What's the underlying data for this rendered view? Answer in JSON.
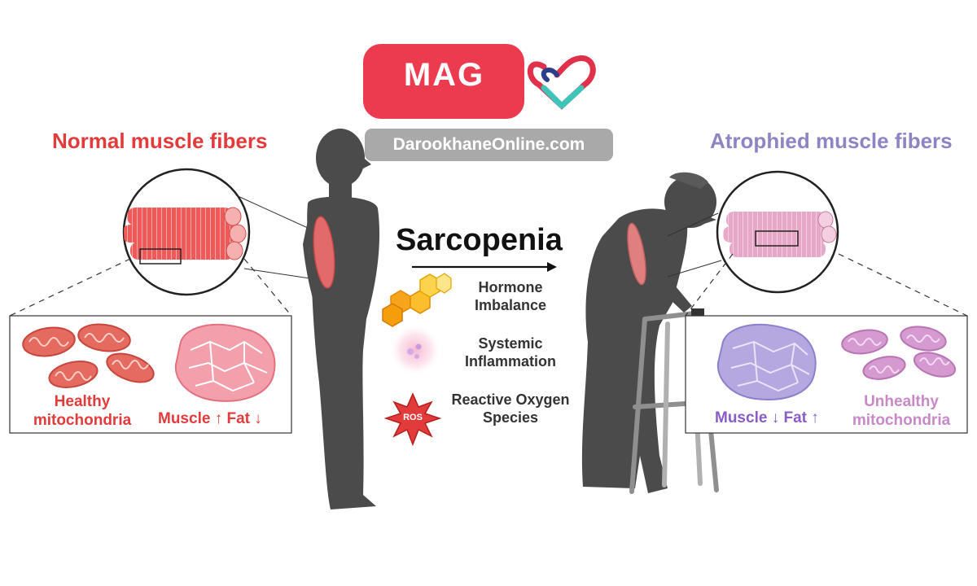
{
  "logo": {
    "brand": "MAG",
    "site": "DarookhaneOnline.com"
  },
  "diagram": {
    "title": "Sarcopenia",
    "left_panel": {
      "heading": "Normal muscle fibers",
      "mitochondria_label": "Healthy mitochondria",
      "composition_label": "Muscle ↑ Fat ↓"
    },
    "right_panel": {
      "heading": "Atrophied muscle fibers",
      "mitochondria_label": "Unhealthy mitochondria",
      "composition_label": "Muscle ↓ Fat ↑"
    },
    "factors": [
      {
        "label": "Hormone Imbalance",
        "icon": "hexagon-hormone-icon"
      },
      {
        "label": "Systemic Inflammation",
        "icon": "inflammation-glow-icon"
      },
      {
        "label": "Reactive Oxygen Species",
        "icon": "ros-burst-icon",
        "badge": "ROS"
      }
    ],
    "colors": {
      "healthy": "#e23b3b",
      "atrophied_heading": "#8d84c4",
      "atrophied_composition": "#8a5cc6",
      "unhealthy_mito": "#c78ac7",
      "brand": "#ec3a4e"
    }
  }
}
